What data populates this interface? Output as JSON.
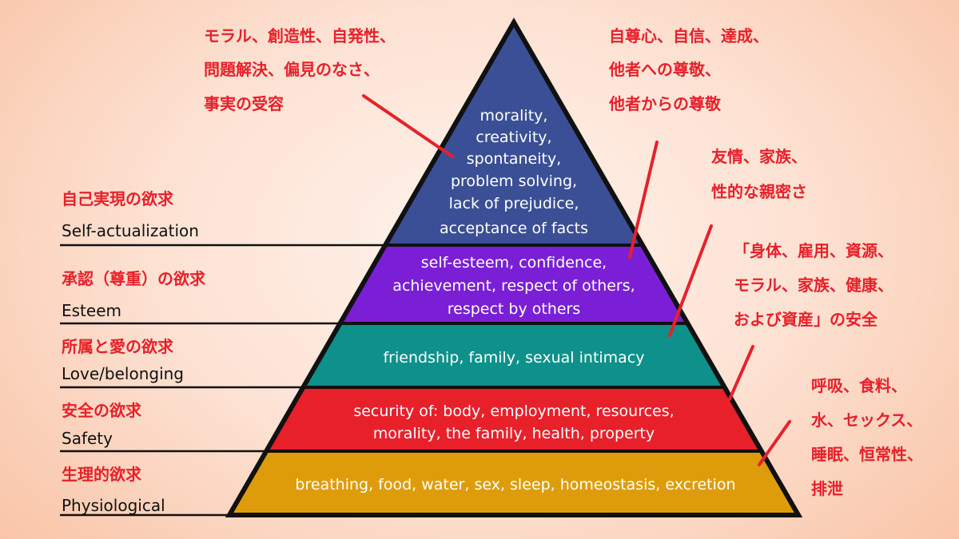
{
  "colors": {
    "self_actualization": "#3b4f96",
    "esteem": "#7a1fd6",
    "love": "#0e918a",
    "safety": "#e8202a",
    "physiological": "#df9c0a",
    "annotation": "#e8202a"
  },
  "tiers": {
    "self_actualization": [
      "morality,",
      "creativity,",
      "spontaneity,",
      "problem solving,",
      "lack of prejudice,",
      "acceptance of facts"
    ],
    "esteem": [
      "self-esteem, confidence,",
      "achievement, respect of others,",
      "respect by others"
    ],
    "love": [
      "friendship, family, sexual intimacy"
    ],
    "safety": [
      "security of: body, employment, resources,",
      "morality, the family, health, property"
    ],
    "physiological": [
      "breathing, food, water, sex, sleep, homeostasis, excretion"
    ]
  },
  "levels": [
    {
      "jp": "自己実現の欲求",
      "en": "Self-actualization"
    },
    {
      "jp": "承認（尊重）の欲求",
      "en": "Esteem"
    },
    {
      "jp": "所属と愛の欲求",
      "en": "Love/belonging"
    },
    {
      "jp": "安全の欲求",
      "en": "Safety"
    },
    {
      "jp": "生理的欲求",
      "en": "Physiological"
    }
  ],
  "callouts": {
    "self_actualization": [
      "モラル、創造性、自発性、",
      "問題解決、偏見のなさ、",
      "事実の受容"
    ],
    "esteem": [
      "自尊心、自信、達成、",
      "他者への尊敬、",
      "他者からの尊敬"
    ],
    "love": [
      "友情、家族、",
      "性的な親密さ"
    ],
    "safety": [
      "「身体、雇用、資源、",
      "モラル、家族、健康、",
      "および資産」の安全"
    ],
    "physiological": [
      "呼吸、食料、",
      "水、セックス、",
      "睡眠、恒常性、",
      "排泄"
    ]
  }
}
